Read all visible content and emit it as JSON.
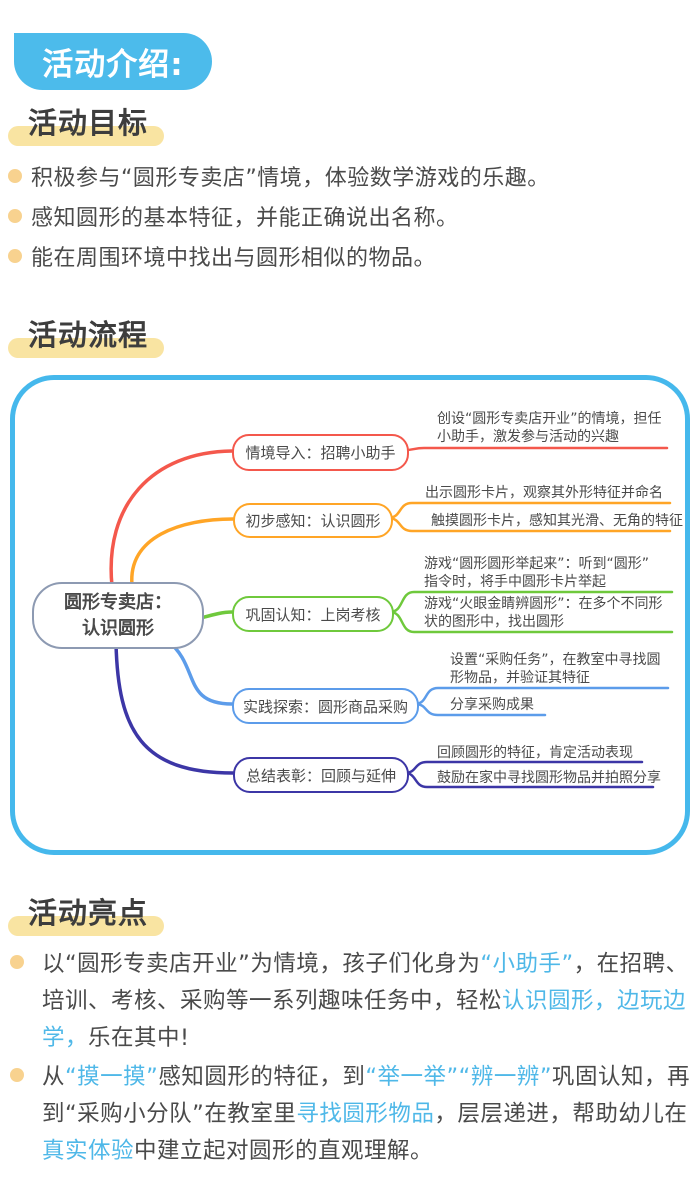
{
  "badge": "活动介绍:",
  "colors": {
    "badge_blue": "#4CBBEB",
    "highlight_yellow": "#F9E4A2",
    "bullet_orange": "#F8D28F",
    "body_text": "#4A4A4A",
    "heading_text": "#3D3D3D",
    "map_border_blue": "#45B8EC",
    "accent_blue_text": "#4FB8E8",
    "branch_red": "#F4584C",
    "branch_orange": "#FFA526",
    "branch_green": "#6FC93C",
    "branch_blue": "#5C9CEA",
    "branch_navy": "#3C36A6",
    "center_node_border": "#8D9AB2"
  },
  "goals": {
    "heading": "活动目标",
    "items": [
      "积极参与“圆形专卖店”情境，体验数学游戏的乐趣。",
      "感知圆形的基本特征，并能正确说出名称。",
      "能在周围环境中找出与圆形相似的物品。"
    ]
  },
  "process": {
    "heading": "活动流程",
    "mindmap": {
      "center": "圆形专卖店：\n认识圆形",
      "branches": [
        {
          "label": "情境导入：招聘小助手",
          "color": "#F4584C",
          "items": [
            "创设“圆形专卖店开业”的情境，担任\n小助手，激发参与活动的兴趣"
          ]
        },
        {
          "label": "初步感知：认识圆形",
          "color": "#FFA526",
          "items": [
            "出示圆形卡片，观察其外形特征并命名",
            "触摸圆形卡片，感知其光滑、无角的特征"
          ]
        },
        {
          "label": "巩固认知：上岗考核",
          "color": "#6FC93C",
          "items": [
            "游戏“圆形圆形举起来”：听到“圆形”\n指令时，将手中圆形卡片举起",
            "游戏“火眼金睛辨圆形”：在多个不同形\n状的图形中，找出圆形"
          ]
        },
        {
          "label": "实践探索：圆形商品采购",
          "color": "#5C9CEA",
          "items": [
            "设置“采购任务”，在教室中寻找圆\n形物品，并验证其特征",
            "分享采购成果"
          ]
        },
        {
          "label": "总结表彰：回顾与延伸",
          "color": "#3C36A6",
          "items": [
            "回顾圆形的特征，肯定活动表现",
            "鼓励在家中寻找圆形物品并拍照分享"
          ]
        }
      ]
    }
  },
  "highlights": {
    "heading": "活动亮点",
    "paragraphs": [
      {
        "segments": [
          {
            "text": "以“圆形专卖店开业”为情境，孩子们化身为",
            "hl": false
          },
          {
            "text": "“小助手”",
            "hl": true
          },
          {
            "text": "，在招聘、培训、考核、采购等一系列趣味任务中，轻松",
            "hl": false
          },
          {
            "text": "认识圆形，边玩边学，",
            "hl": true
          },
          {
            "text": "乐在其中!",
            "hl": false
          }
        ]
      },
      {
        "segments": [
          {
            "text": "从",
            "hl": false
          },
          {
            "text": "“摸一摸”",
            "hl": true
          },
          {
            "text": "感知圆形的特征，到",
            "hl": false
          },
          {
            "text": "“举一举”“辨一辨”",
            "hl": true
          },
          {
            "text": "巩固认知，再到“采购小分队”在教室里",
            "hl": false
          },
          {
            "text": "寻找圆形物品",
            "hl": true
          },
          {
            "text": "，层层递进，帮助幼儿在",
            "hl": false
          },
          {
            "text": "真实体验",
            "hl": true
          },
          {
            "text": "中建立起对圆形的直观理解。",
            "hl": false
          }
        ]
      }
    ]
  }
}
